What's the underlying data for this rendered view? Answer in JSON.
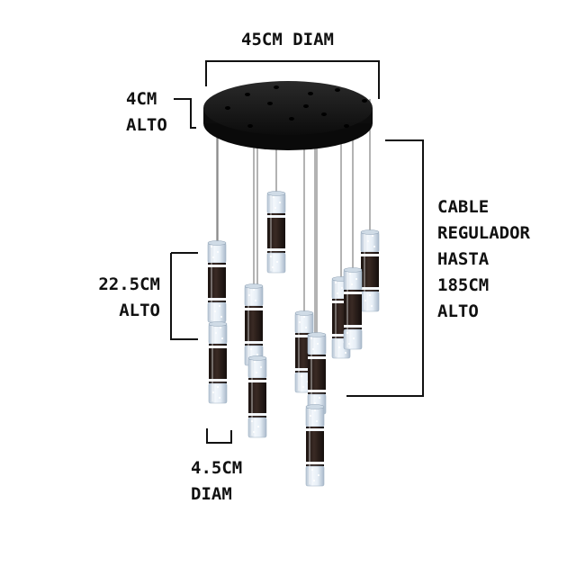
{
  "product": {
    "name": "pendant-chandelier",
    "canopy_color": "#161616",
    "pendant_dark_color": "#2a1e1a",
    "glass_color": "#dfe9f2",
    "cable_color": "#8a8a8a",
    "dimension_line_color": "#111111"
  },
  "labels": {
    "canopy_diameter": "45CM DIAM",
    "canopy_height": [
      "4CM",
      "ALTO"
    ],
    "pendant_height": [
      "22.5CM",
      "ALTO"
    ],
    "pendant_diameter": [
      "4.5CM",
      "DIAM"
    ],
    "cable_length": [
      "CABLE",
      "REGULADOR",
      "HASTA",
      "185CM",
      "ALTO"
    ]
  }
}
